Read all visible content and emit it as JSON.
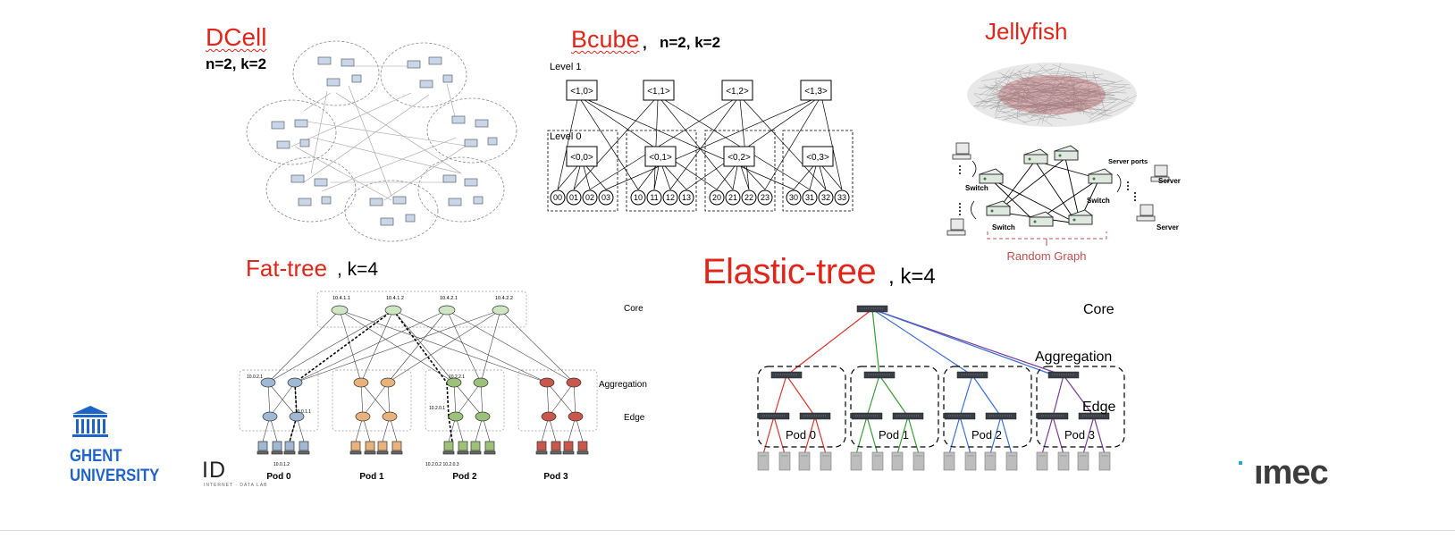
{
  "dcell": {
    "title": "DCell",
    "params": "n=2, k=2"
  },
  "bcube": {
    "title": "Bcube",
    "params": "n=2, k=2",
    "level1_label": "Level 1",
    "level0_label": "Level 0",
    "level1_nodes": [
      "<1,0>",
      "<1,1>",
      "<1,2>",
      "<1,3>"
    ],
    "level0_nodes": [
      "<0,0>",
      "<0,1>",
      "<0,2>",
      "<0,3>"
    ],
    "servers": [
      [
        "00",
        "01",
        "02",
        "03"
      ],
      [
        "10",
        "11",
        "12",
        "13"
      ],
      [
        "20",
        "21",
        "22",
        "23"
      ],
      [
        "30",
        "31",
        "32",
        "33"
      ]
    ]
  },
  "jellyfish": {
    "title": "Jellyfish",
    "switch_label": "Switch",
    "server_label": "Server",
    "server_ports_label": "Server ports",
    "random_graph_label": "Random  Graph"
  },
  "fattree": {
    "title": "Fat-tree",
    "params": ", k=4",
    "core_ips": [
      "10.4.1.1",
      "10.4.1.2",
      "10.4.2.1",
      "10.4.2.2"
    ],
    "layer_labels": {
      "core": "Core",
      "aggregation": "Aggregation",
      "edge": "Edge"
    },
    "pods": [
      "Pod 0",
      "Pod 1",
      "Pod 2",
      "Pod 3"
    ],
    "ip_labels": {
      "agg0": "10.0.2.1",
      "edge0": "10.0.1.1",
      "host0": "10.0.1.2",
      "agg2": "10.2.2.1",
      "edge2": "10.2.0.1",
      "hosts2": "10.2.0.2 10.2.0.3"
    }
  },
  "elastictree": {
    "title": "Elastic-tree",
    "params": ", k=4",
    "layer_labels": {
      "core": "Core",
      "aggregation": "Aggregation",
      "edge": "Edge"
    },
    "pods": [
      "Pod 0",
      "Pod 1",
      "Pod 2",
      "Pod 3"
    ],
    "pod_colors": [
      "#d9342b",
      "#3a9b3a",
      "#3b6fd6",
      "#7a3a92"
    ]
  },
  "logos": {
    "ghent_line1": "GHENT",
    "ghent_line2": "UNIVERSITY",
    "idlab": "ID",
    "idlab_sub": "INTERNET · DATA LAB",
    "imec": "ımec"
  },
  "colors": {
    "title_red": "#e0261b",
    "ghent_blue": "#1e64c8",
    "imec_dark": "#3c3c3c"
  }
}
